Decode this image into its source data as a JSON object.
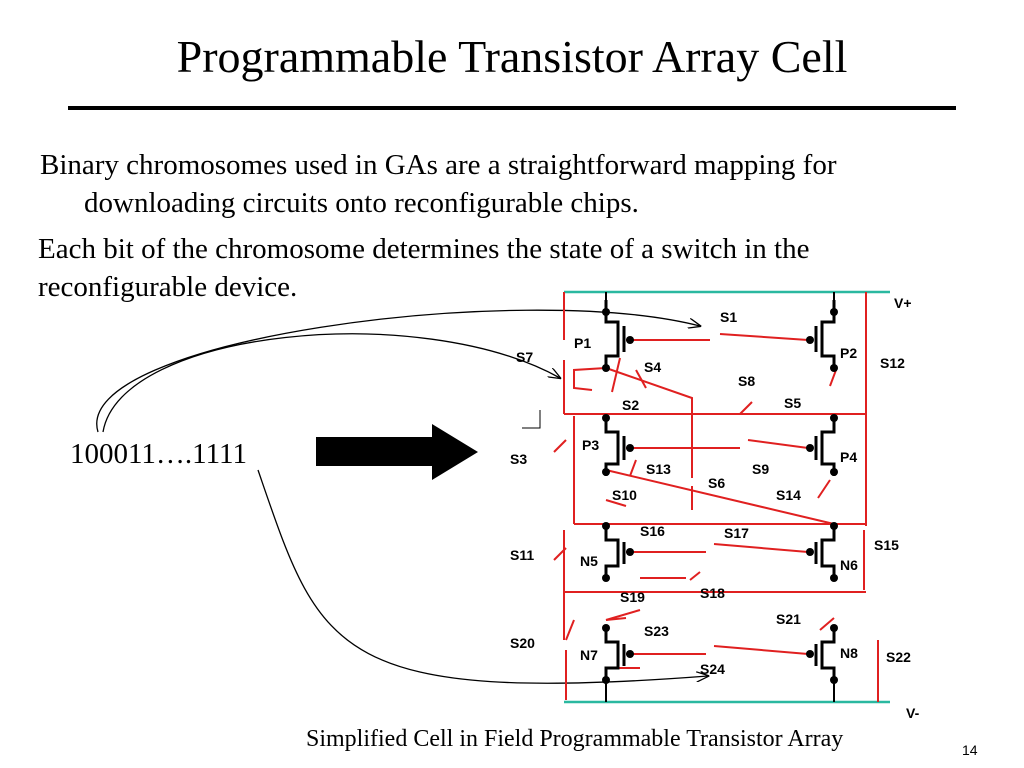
{
  "slide": {
    "title": "Programmable Transistor Array Cell",
    "bullets": [
      {
        "line1": "Binary chromosomes used in GAs are a straightforward mapping for",
        "line2": "downloading circuits onto reconfigurable chips."
      },
      {
        "line1": "Each bit of the chromosome determines the state of a switch in the",
        "line2": "reconfigurable device."
      }
    ],
    "chromosome": "100011….1111",
    "caption": "Simplified Cell in Field Programmable Transistor Array",
    "page_number": "14"
  },
  "circuit": {
    "rails": {
      "top": "V+",
      "bottom": "V-"
    },
    "transistors": [
      "P1",
      "P2",
      "P3",
      "P4",
      "N5",
      "N6",
      "N7",
      "N8"
    ],
    "switches": [
      "S1",
      "S2",
      "S3",
      "S4",
      "S5",
      "S6",
      "S7",
      "S8",
      "S9",
      "S10",
      "S11",
      "S12",
      "S13",
      "S14",
      "S15",
      "S16",
      "S17",
      "S18",
      "S19",
      "S20",
      "S21",
      "S22",
      "S23",
      "S24"
    ],
    "colors": {
      "rail": "#2ab8a0",
      "wire": "#e02020",
      "device": "#000000"
    }
  }
}
